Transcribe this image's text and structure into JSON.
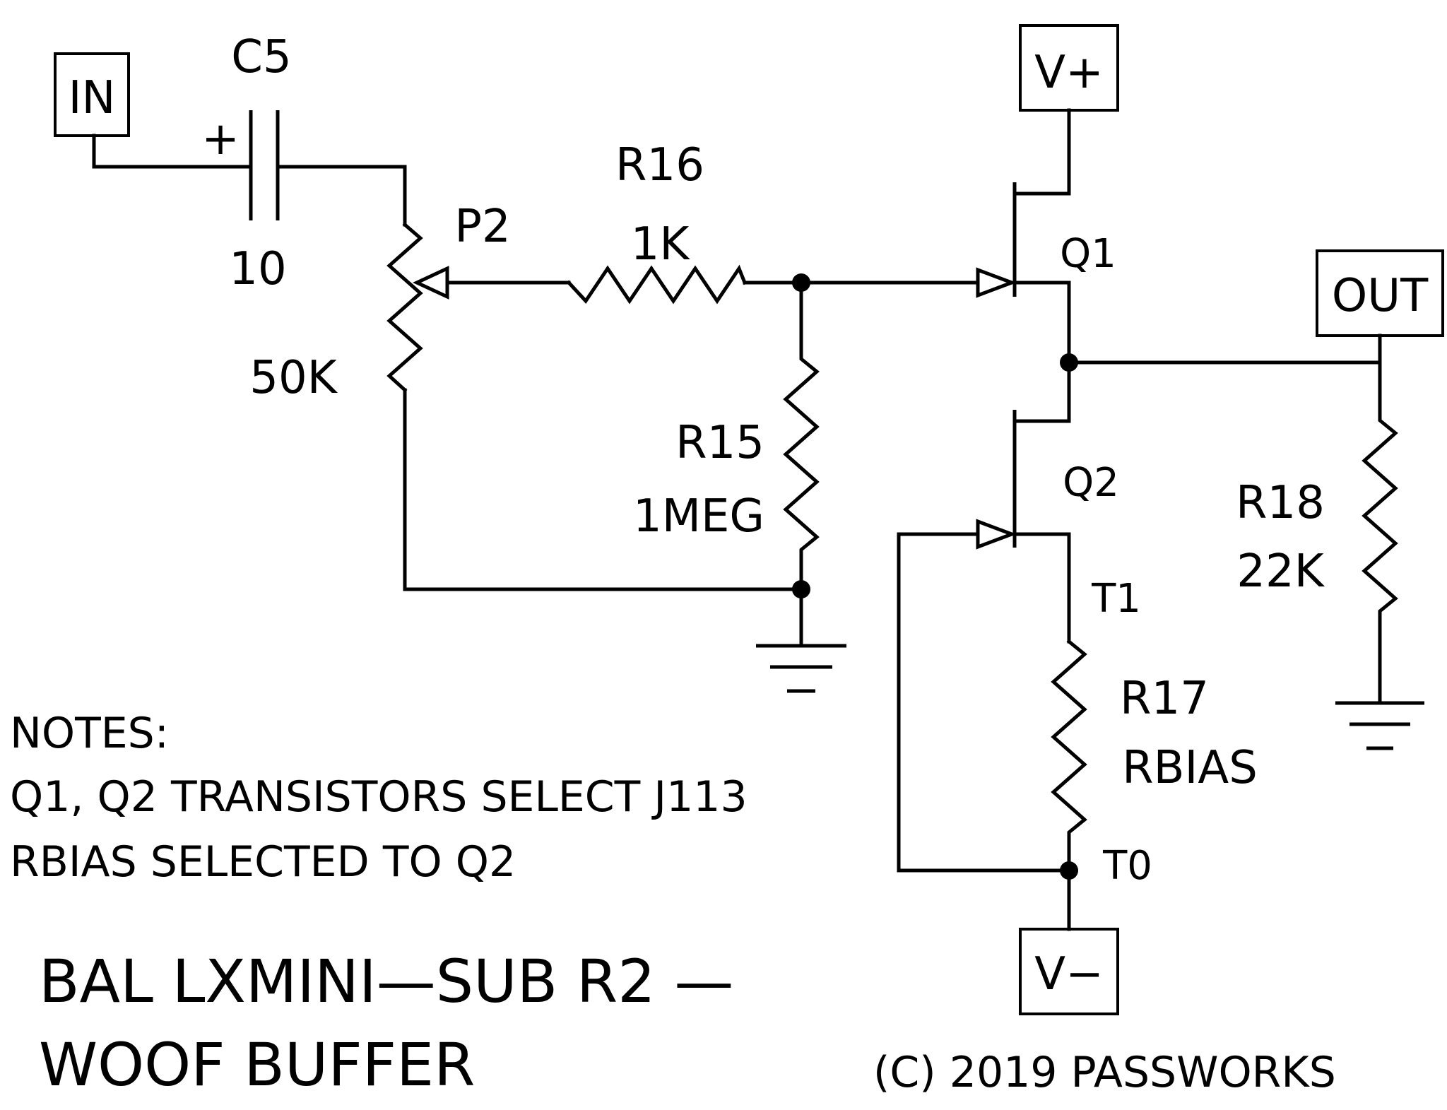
{
  "ports": {
    "in": "IN",
    "vplus": "V+",
    "vminus": "V−",
    "out": "OUT"
  },
  "components": {
    "c5": {
      "ref": "C5",
      "value": "10",
      "polarity": "+"
    },
    "p2": {
      "ref": "P2",
      "value": "50K"
    },
    "r16": {
      "ref": "R16",
      "value": "1K"
    },
    "r15": {
      "ref": "R15",
      "value": "1MEG"
    },
    "r17": {
      "ref": "R17",
      "value": "RBIAS"
    },
    "r18": {
      "ref": "R18",
      "value": "22K"
    },
    "q1": {
      "ref": "Q1"
    },
    "q2": {
      "ref": "Q2"
    }
  },
  "nodes": {
    "t1": "T1",
    "t0": "T0"
  },
  "notes": {
    "heading": "NOTES:",
    "line1": "Q1, Q2 TRANSISTORS SELECT J113",
    "line2": "RBIAS SELECTED TO Q2"
  },
  "title": {
    "line1": "BAL LXMINI—SUB R2 —",
    "line2": "WOOF BUFFER"
  },
  "copyright": "(C) 2019 PASSWORKS"
}
